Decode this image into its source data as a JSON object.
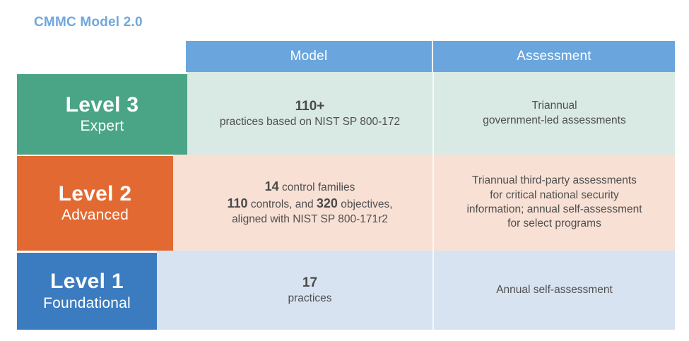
{
  "title": "CMMC Model 2.0",
  "colors": {
    "title": "#6fa8dc",
    "header_bar": "#6aa6dd",
    "level3": "#4aa586",
    "level2": "#e26a32",
    "level1": "#3b7cc0",
    "level3_tint": "#d9e9e3",
    "level2_tint": "#f8e0d5",
    "level1_tint": "#d8e3f1",
    "body_text": "#4f4f4f"
  },
  "columns": {
    "model": "Model",
    "assessment": "Assessment"
  },
  "rows": [
    {
      "level_name": "Level 3",
      "level_tier": "Expert",
      "model": {
        "headline": "110+",
        "lines": [
          "practices based on NIST SP 800-172"
        ]
      },
      "assessment": {
        "lines": [
          "Triannual",
          "government-led assessments"
        ]
      }
    },
    {
      "level_name": "Level 2",
      "level_tier": "Advanced",
      "model": {
        "line1_num": "14",
        "line1_text": "control families",
        "line2_num_a": "110",
        "line2_text_a": "controls, and",
        "line2_num_b": "320",
        "line2_text_b": "objectives,",
        "line3": "aligned with NIST SP 800-171r2"
      },
      "assessment": {
        "lines": [
          "Triannual third-party assessments",
          "for critical national security",
          "information; annual self-assessment",
          "for select programs"
        ]
      }
    },
    {
      "level_name": "Level 1",
      "level_tier": "Foundational",
      "model": {
        "headline": "17",
        "lines": [
          "practices"
        ]
      },
      "assessment": {
        "lines": [
          "Annual self-assessment"
        ]
      }
    }
  ]
}
